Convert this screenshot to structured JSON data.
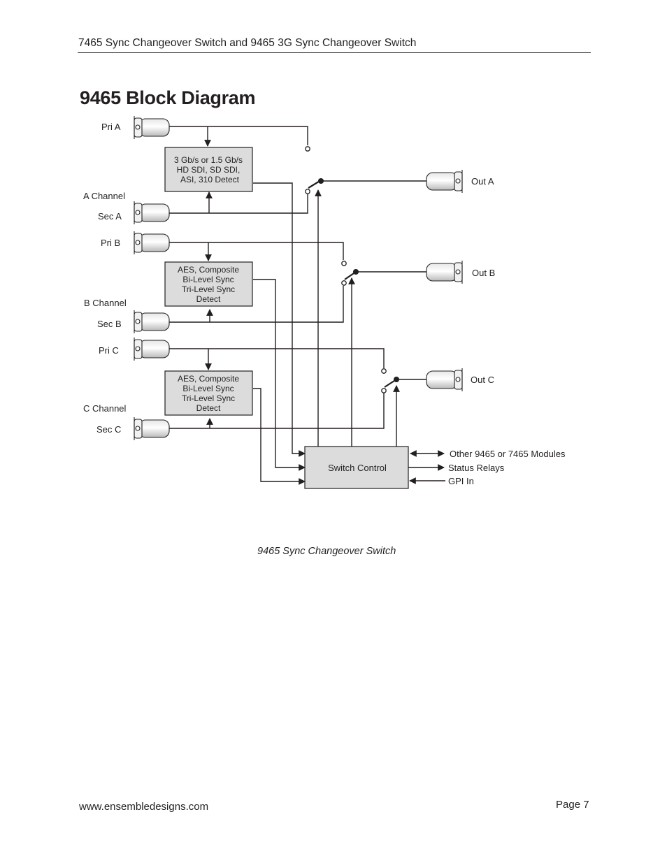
{
  "header": {
    "text": "7465 Sync Changeover Switch and 9465 3G Sync Changeover Switch"
  },
  "title": "9465 Block Diagram",
  "diagram": {
    "inputs": {
      "pri_a": "Pri A",
      "sec_a": "Sec A",
      "pri_b": "Pri B",
      "sec_b": "Sec B",
      "pri_c": "Pri C",
      "sec_c": "Sec C"
    },
    "channels": {
      "a": "A Channel",
      "b": "B Channel",
      "c": "C Channel"
    },
    "detectors": {
      "a": [
        "3 Gb/s or 1.5 Gb/s",
        "HD SDI, SD SDI,",
        "ASI, 310 Detect"
      ],
      "b": [
        "AES, Composite",
        "Bi-Level Sync",
        "Tri-Level Sync",
        "Detect"
      ],
      "c": [
        "AES, Composite",
        "Bi-Level Sync",
        "Tri-Level Sync",
        "Detect"
      ]
    },
    "outputs": {
      "a": "Out A",
      "b": "Out B",
      "c": "Out C"
    },
    "switch_control": "Switch Control",
    "control_io": {
      "modules": "Other 9465 or 7465 Modules",
      "relays": "Status Relays",
      "gpi": "GPI In"
    }
  },
  "caption": "9465 Sync Changeover Switch",
  "footer": {
    "url": "www.ensembledesigns.com",
    "page": "Page 7"
  }
}
